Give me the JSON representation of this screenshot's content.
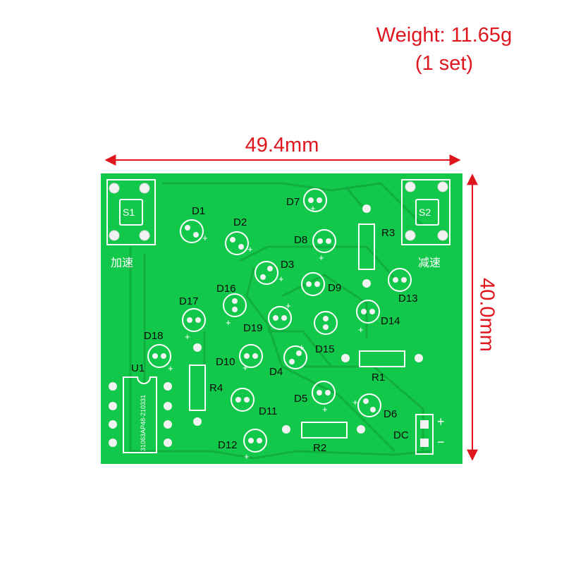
{
  "caption": {
    "weight": "Weight: 11.65g",
    "set": "(1 set)"
  },
  "dimensions": {
    "width": "49.4mm",
    "height": "40.0mm"
  },
  "colors": {
    "annotation": "#e0161e",
    "board": "#12c84a",
    "trace": "#0fae3f",
    "pad": "#f2f2f2"
  },
  "board": {
    "switch_left": "S1",
    "switch_left_caption": "加速",
    "switch_right": "S2",
    "switch_right_caption": "减速",
    "chip_label": "U1",
    "chip_marking": "31063AP48-210331",
    "power_label": "DC",
    "power_plus": "+",
    "power_minus": "−",
    "led_polarity": "+",
    "leds": [
      "D1",
      "D2",
      "D3",
      "D4",
      "D5",
      "D6",
      "D7",
      "D8",
      "D9",
      "D10",
      "D11",
      "D12",
      "D13",
      "D14",
      "D15",
      "D16",
      "D17",
      "D18",
      "D19"
    ],
    "resistors": [
      "R1",
      "R2",
      "R3",
      "R4"
    ]
  }
}
